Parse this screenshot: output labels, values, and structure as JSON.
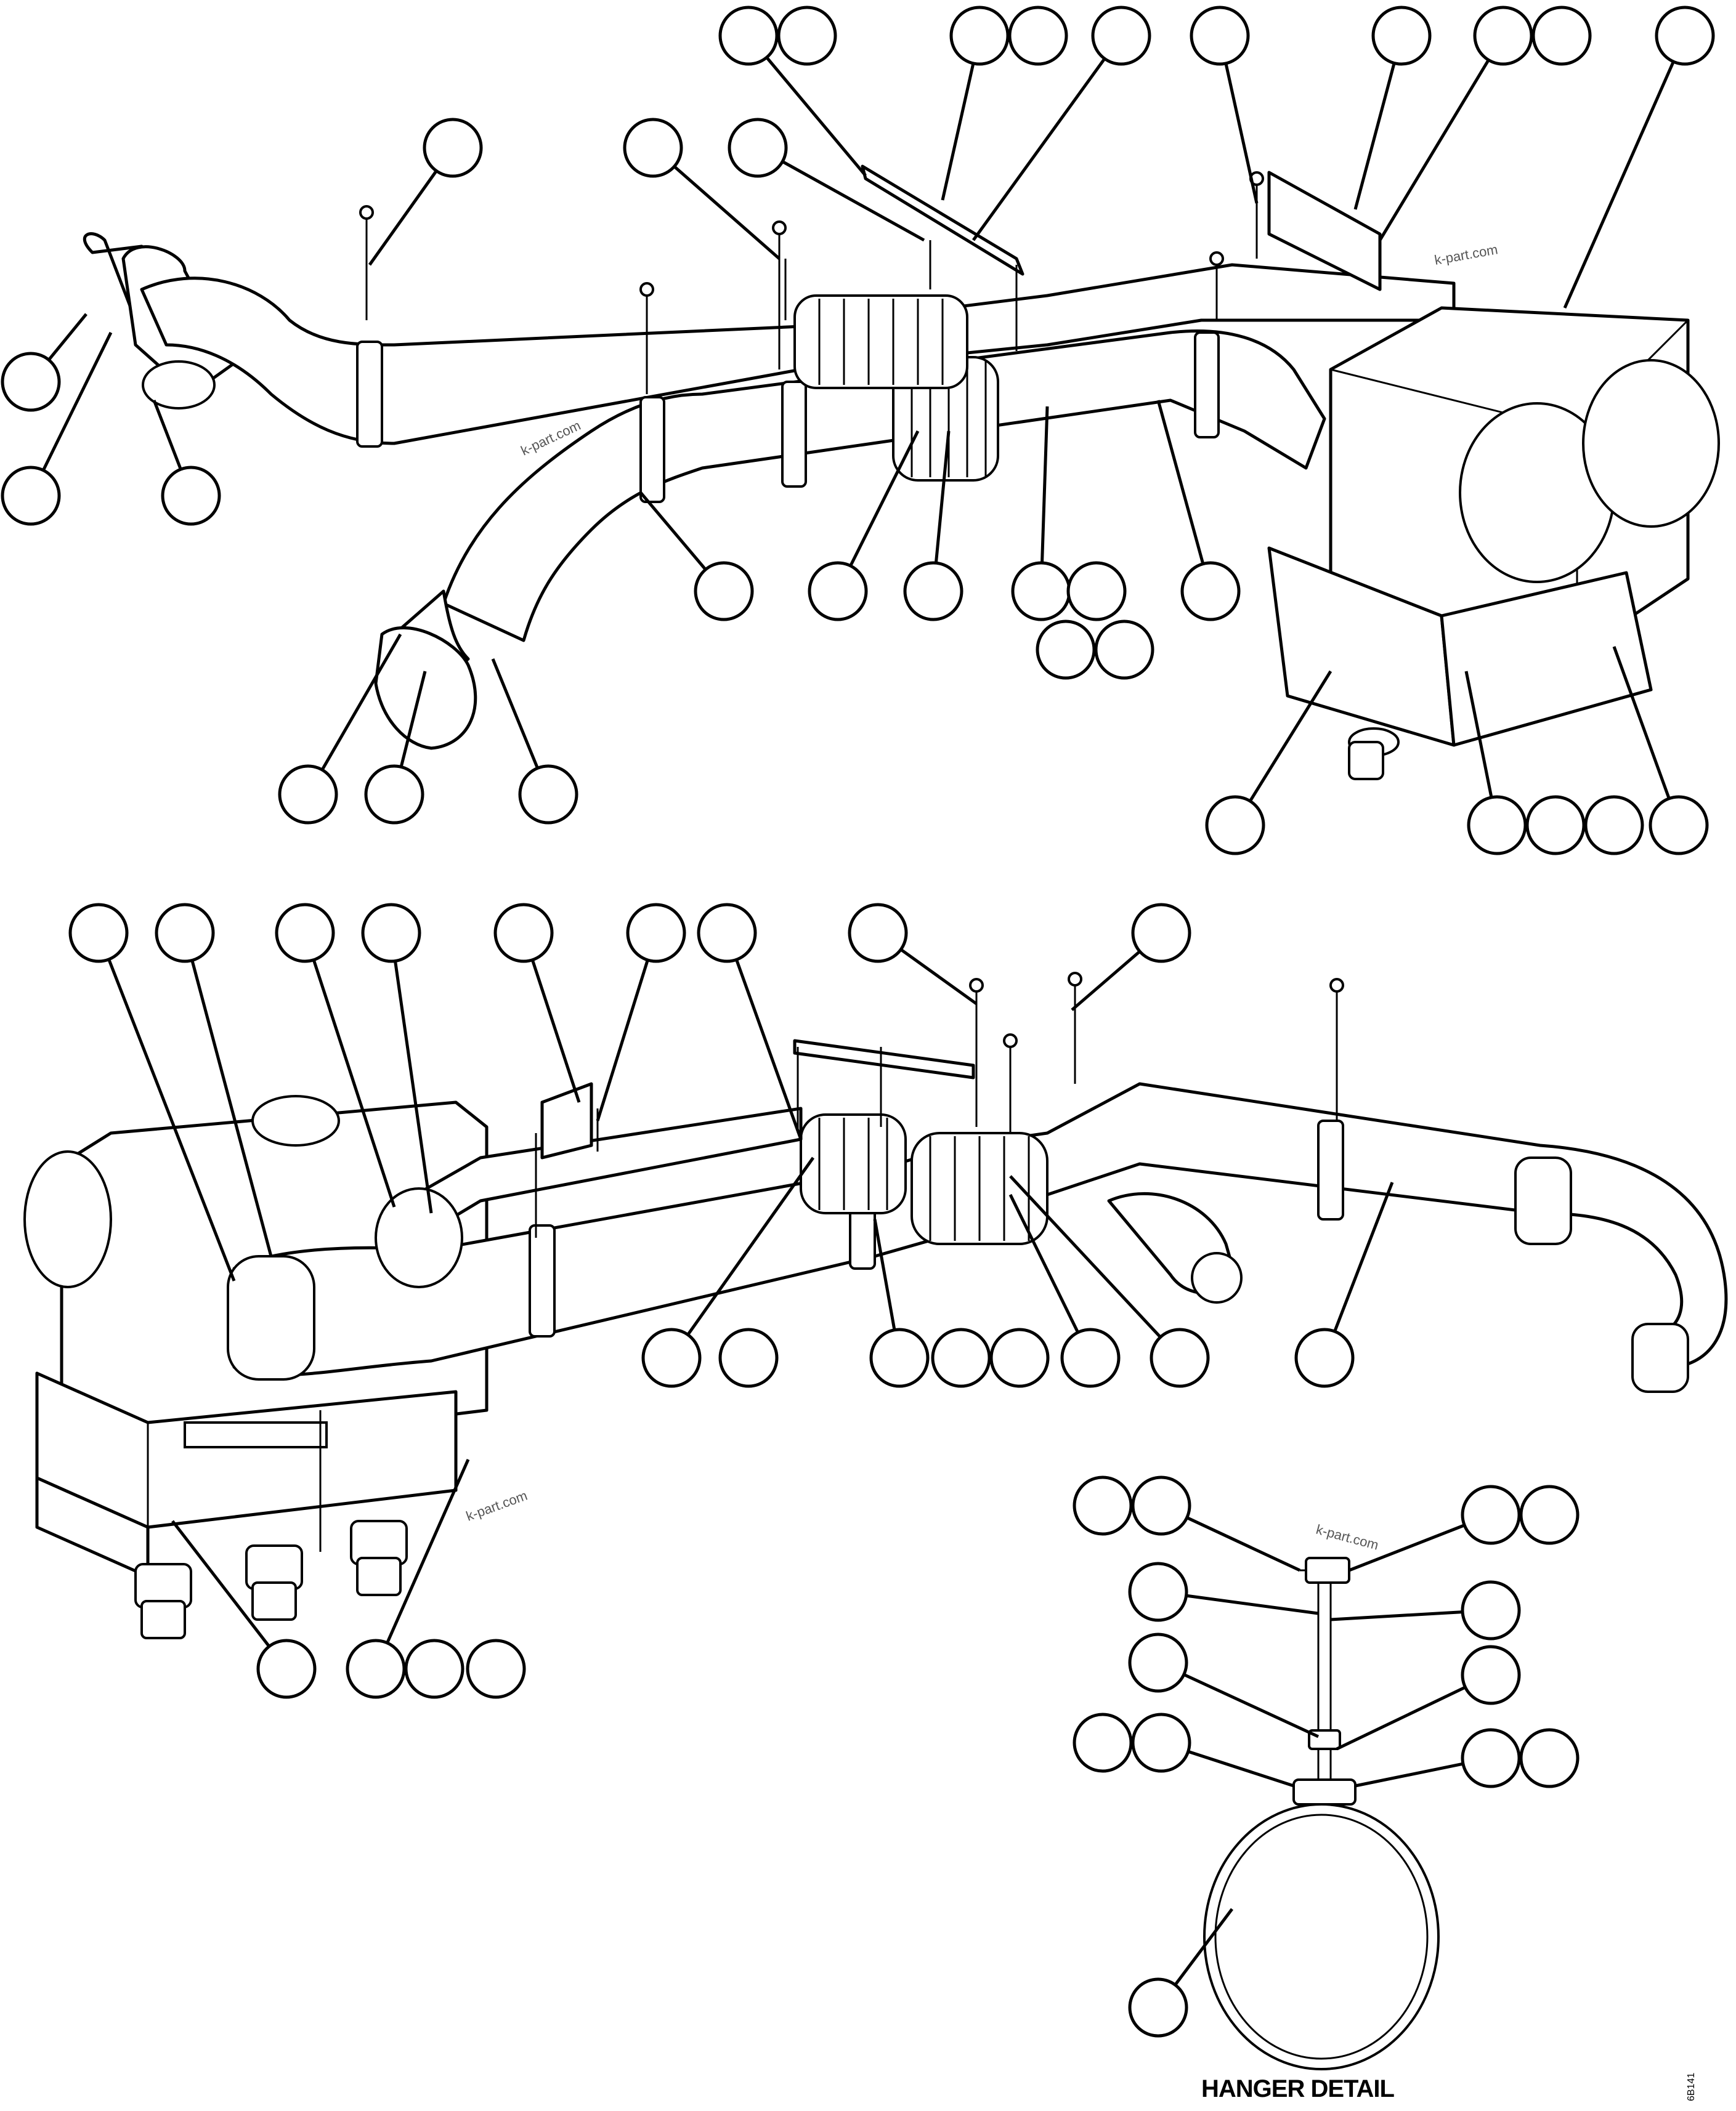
{
  "diagram": {
    "caption": "HANGER DETAIL",
    "watermark": "k-part.com",
    "drawing_code": "6B141",
    "line_color": "#000000",
    "background": "#ffffff"
  }
}
